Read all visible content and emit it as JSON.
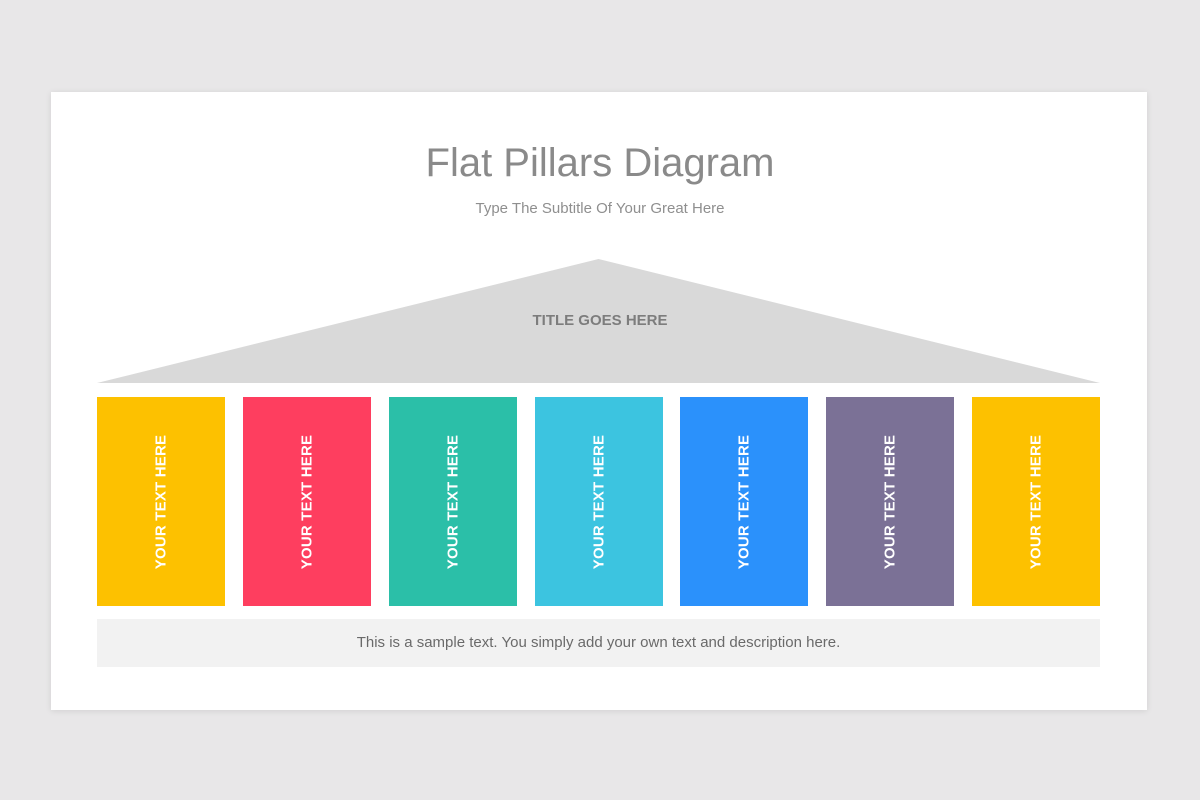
{
  "title": "Flat Pillars Diagram",
  "subtitle": "Type The Subtitle Of Your Great Here",
  "roof": {
    "label": "TITLE GOES HERE",
    "color": "#d9d9d9"
  },
  "pillars": [
    {
      "label": "YOUR TEXT HERE",
      "color": "#fdc100"
    },
    {
      "label": "YOUR TEXT HERE",
      "color": "#fe3e5f"
    },
    {
      "label": "YOUR TEXT HERE",
      "color": "#2bbfa8"
    },
    {
      "label": "YOUR TEXT HERE",
      "color": "#3cc4e0"
    },
    {
      "label": "YOUR TEXT HERE",
      "color": "#2b91fb"
    },
    {
      "label": "YOUR TEXT HERE",
      "color": "#7b7196"
    },
    {
      "label": "YOUR TEXT HERE",
      "color": "#fdc100"
    }
  ],
  "base": {
    "text": "This is a sample text. You simply add your own text and description here."
  }
}
